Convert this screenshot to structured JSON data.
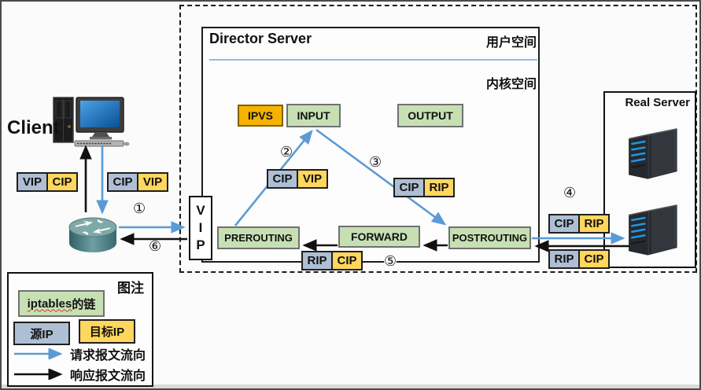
{
  "client": {
    "label": "Client"
  },
  "director": {
    "title": "Director Server",
    "user_space": "用户空间",
    "kernel_space": "内核空间",
    "vip_box": "VIP",
    "chains": {
      "ipvs": "IPVS",
      "input": "INPUT",
      "output": "OUTPUT",
      "prerouting": "PREROUTING",
      "forward": "FORWARD",
      "postrouting": "POSTROUTING"
    }
  },
  "real_server": {
    "title": "Real Server"
  },
  "packet_labels": [
    {
      "src": "VIP",
      "dst": "CIP"
    },
    {
      "src": "CIP",
      "dst": "VIP"
    },
    {
      "src": "CIP",
      "dst": "VIP"
    },
    {
      "src": "CIP",
      "dst": "RIP"
    },
    {
      "src": "CIP",
      "dst": "RIP"
    },
    {
      "src": "RIP",
      "dst": "CIP"
    },
    {
      "src": "RIP",
      "dst": "CIP"
    }
  ],
  "steps": [
    "①",
    "②",
    "③",
    "④",
    "⑤",
    "⑥"
  ],
  "legend": {
    "title": "图注",
    "chain_en": "iptables",
    "chain_zh": "的链",
    "source_ip": "源IP",
    "dest_ip": "目标IP",
    "request_flow": "请求报文流向",
    "response_flow": "响应报文流向"
  },
  "colors": {
    "chain_green": "#C6E0B4",
    "ipvs_orange": "#F5B201",
    "source_gray": "#AEBFD4",
    "dest_yellow": "#FFD75E",
    "request_blue": "#5B9BD5",
    "response_black": "#111111"
  }
}
